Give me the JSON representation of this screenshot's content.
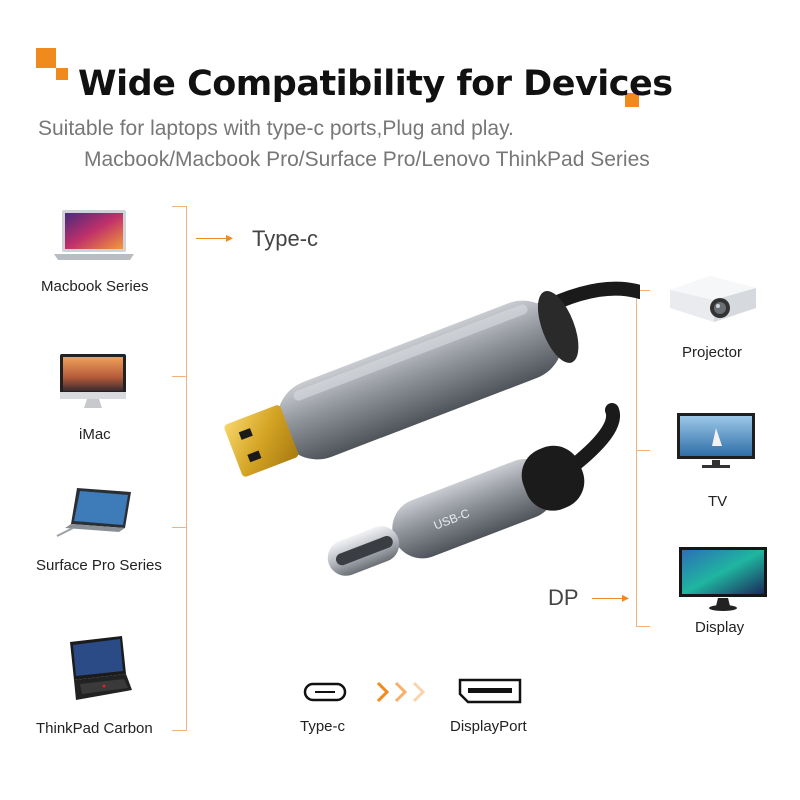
{
  "header": {
    "title": "Wide Compatibility for Devices",
    "subtitle_line1": "Suitable for laptops with type-c ports,Plug and play.",
    "subtitle_line2": "Macbook/Macbook Pro/Surface Pro/Lenovo ThinkPad Series"
  },
  "left_devices": [
    {
      "label": "Macbook Series",
      "icon": "macbook-icon"
    },
    {
      "label": "iMac",
      "icon": "imac-icon"
    },
    {
      "label": "Surface Pro Series",
      "icon": "surface-pro-icon"
    },
    {
      "label": "ThinkPad Carbon",
      "icon": "thinkpad-icon"
    }
  ],
  "right_devices": [
    {
      "label": "Projector",
      "icon": "projector-icon"
    },
    {
      "label": "TV",
      "icon": "tv-icon"
    },
    {
      "label": "Display",
      "icon": "display-icon"
    }
  ],
  "connectors": {
    "typec_label": "Type-c",
    "dp_label": "DP"
  },
  "cable": {
    "usbc_marking": "USB-C"
  },
  "bottom": {
    "from_label": "Type-c",
    "to_label": "DisplayPort"
  },
  "colors": {
    "accent": "#f08a1c",
    "line": "#f3b27a"
  }
}
